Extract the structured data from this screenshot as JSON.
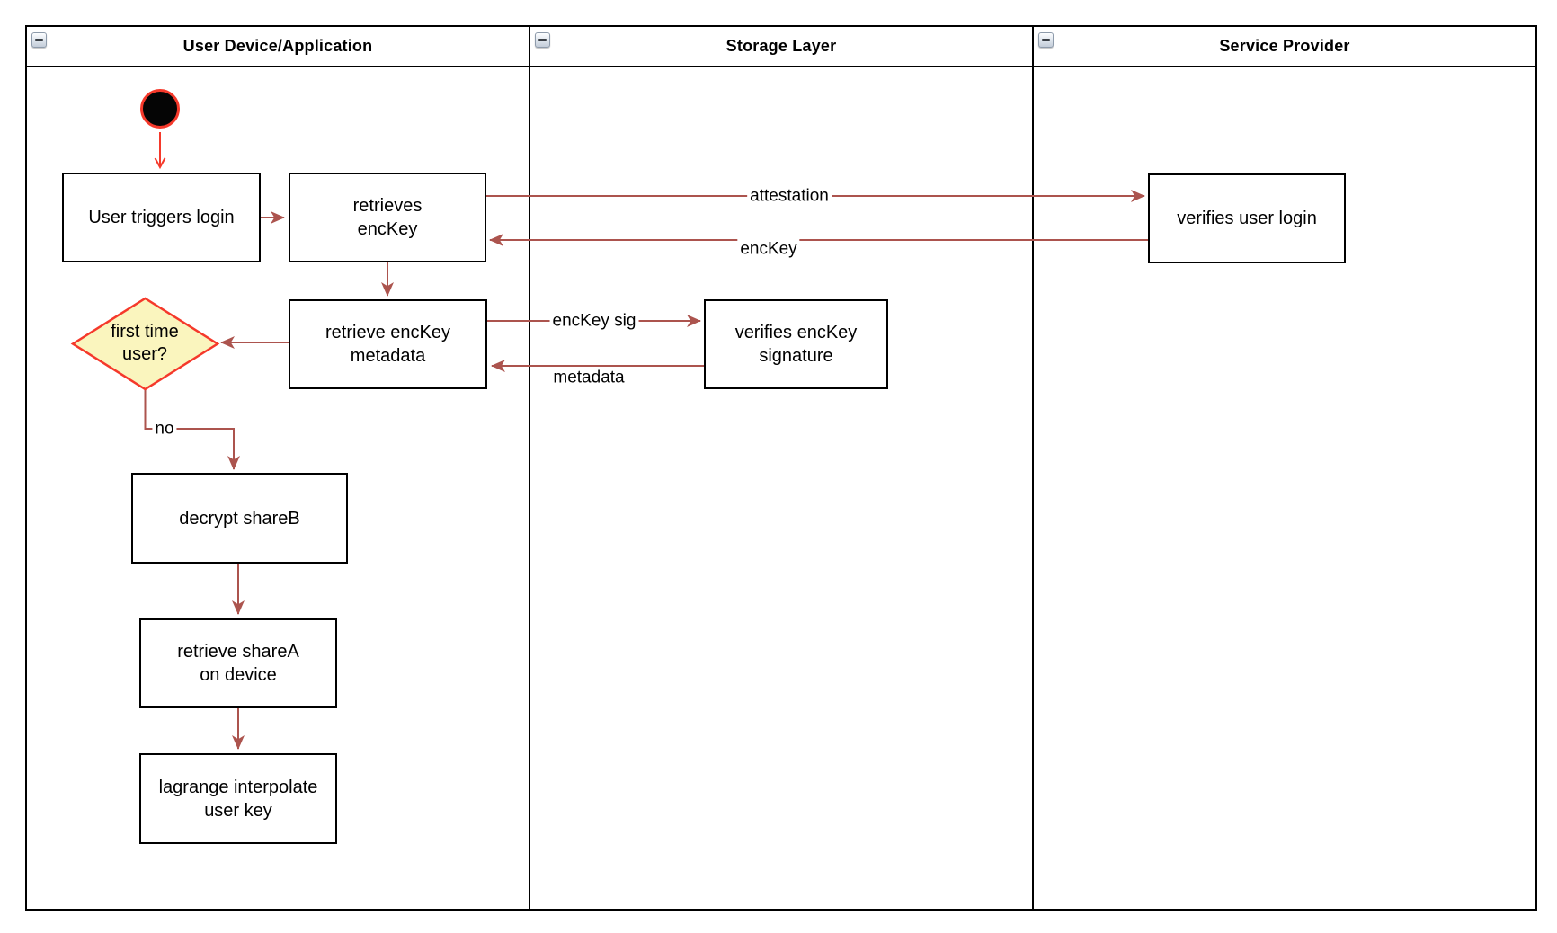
{
  "lanes": [
    {
      "title": "User Device/Application"
    },
    {
      "title": "Storage Layer"
    },
    {
      "title": "Service Provider"
    }
  ],
  "icons": {
    "lane_collapse": "collapse-minus-icon",
    "start": "initial-state-circle"
  },
  "nodes": {
    "user_login": "User triggers login",
    "retrieves_enckey": "retrieves\nencKey",
    "retrieve_metadata": "retrieve encKey\nmetadata",
    "first_time_user": "first time\nuser?",
    "decrypt_shareb": "decrypt shareB",
    "retrieve_sharea": "retrieve shareA\non device",
    "lagrange": "lagrange interpolate\nuser key",
    "verifies_signature": "verifies encKey\nsignature",
    "verifies_login": "verifies user login"
  },
  "edge_labels": {
    "attestation": "attestation",
    "enckey": "encKey",
    "enckey_sig": "encKey sig",
    "metadata": "metadata",
    "no": "no"
  },
  "colors": {
    "flow_edge": "#AC544E",
    "accent_red": "#F5392B",
    "decision_fill": "#FAF5BE",
    "shape_border": "#000000"
  }
}
